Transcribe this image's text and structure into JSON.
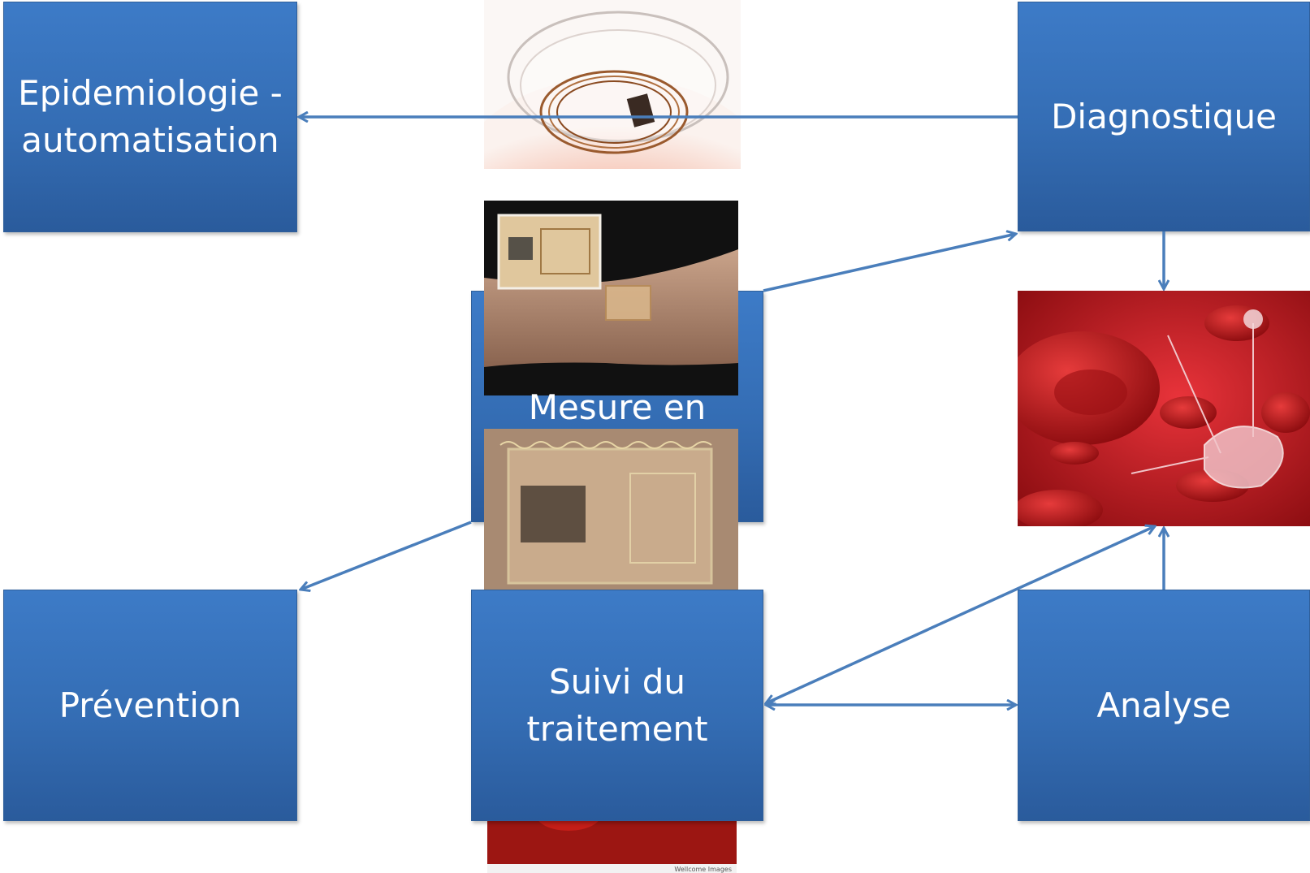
{
  "nodes": {
    "epidemiologie": "Epidemiologie -\nautomatisation",
    "diagnostique": "Diagnostique",
    "mesure": "Mesure en",
    "prevention": "Prévention",
    "suivi": "Suivi du\ntraitement",
    "analyse": "Analyse"
  },
  "photos": {
    "watermark": "Wellcome Images"
  },
  "colors": {
    "box": "#3a78c3",
    "arrow": "#4a7ebb",
    "blood": "#c8101a"
  }
}
